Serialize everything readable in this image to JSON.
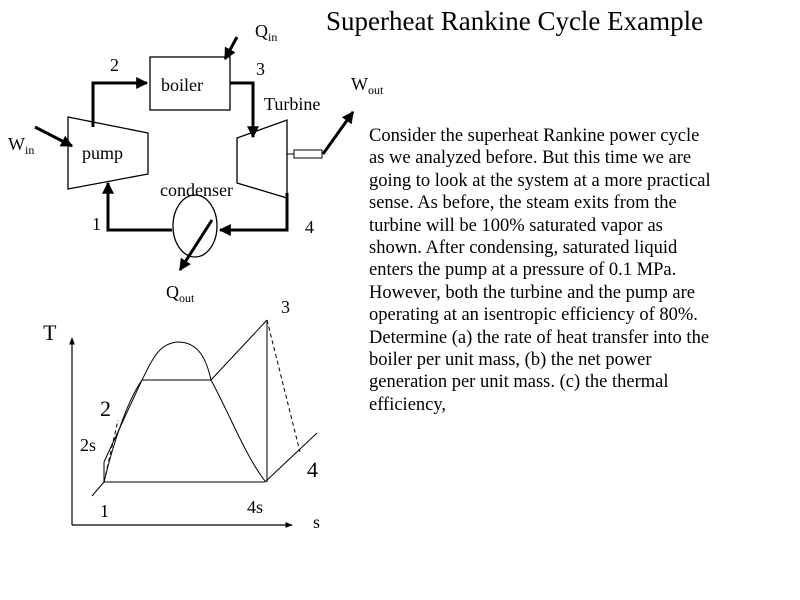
{
  "slide": {
    "title": "Superheat Rankine Cycle Example",
    "paragraph_lines": [
      "Consider the superheat Rankine power cycle",
      "as we analyzed before.  But this time we are",
      "going to look at the system at a more practical",
      "sense. As before, the steam exits from the",
      "turbine will be 100% saturated vapor as",
      "shown.  After condensing, saturated liquid",
      "enters the pump at a pressure of 0.1 MPa.",
      "However, both the turbine  and the pump are",
      "operating at an isentropic efficiency of 80%.",
      "Determine (a) the rate of heat transfer into the",
      "boiler per unit mass, (b) the net power",
      "generation per unit mass. (c) the thermal",
      "efficiency,"
    ]
  },
  "cycle_diagram": {
    "boiler": "boiler",
    "pump": "pump",
    "turbine": "Turbine",
    "condenser": "condenser",
    "q_in": {
      "main": "Q",
      "sub": "in"
    },
    "q_out": {
      "main": "Q",
      "sub": "out"
    },
    "w_in": {
      "main": "W",
      "sub": "in"
    },
    "w_out": {
      "main": "W",
      "sub": "out"
    },
    "state_labels": {
      "s1": "1",
      "s2": "2",
      "s3": "3",
      "s4": "4"
    }
  },
  "ts_diagram": {
    "y_axis": "T",
    "x_axis": "s",
    "points": {
      "p1": "1",
      "p2": "2",
      "p2s": "2s",
      "p3": "3",
      "p4": "4",
      "p4s": "4s"
    }
  }
}
